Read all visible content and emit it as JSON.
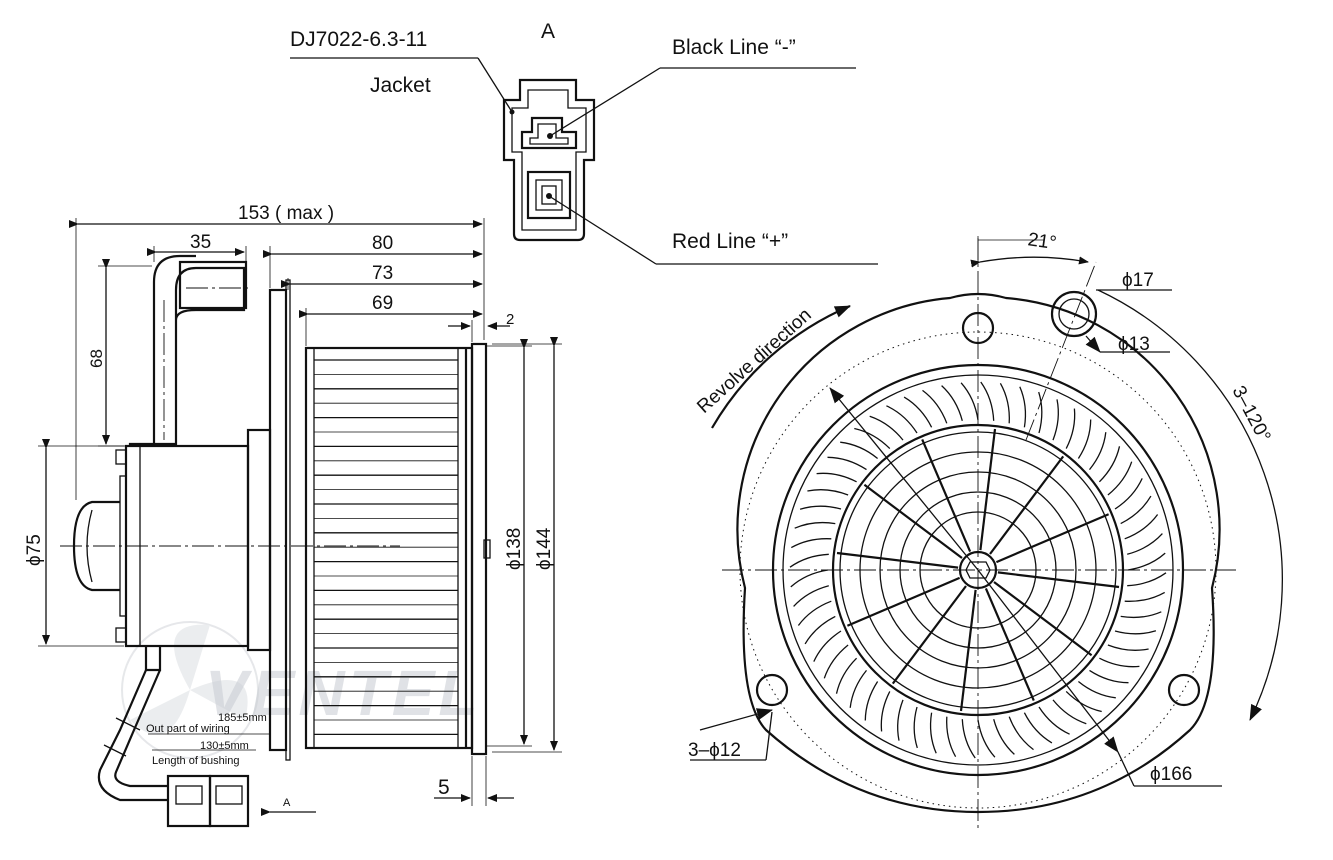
{
  "labels": {
    "connector_model": "DJ7022-6.3-11",
    "view_letter": "A",
    "jacket": "Jacket",
    "black_line": "Black Line “-”",
    "red_line": "Red Line “+”",
    "revolve_direction": "Revolve direction",
    "out_part_of_wiring": "Out part of wiring",
    "wiring_length": "185±5mm",
    "bushing_length_value": "130±5mm",
    "length_of_bushing": "Length of bushing",
    "view_arrow_letter": "A"
  },
  "dimensions": {
    "overall_length": "153 ( max )",
    "cable_offset": "35",
    "d80": "80",
    "d73": "73",
    "d69": "69",
    "d2": "2",
    "d68": "68",
    "motor_dia": "ϕ75",
    "wheel_dia": "ϕ138",
    "housing_dia": "ϕ144",
    "flange_thickness": "5",
    "angle_21": "21°",
    "hole_17": "ϕ17",
    "hole_13": "ϕ13",
    "angle_120": "3–120°",
    "mount_holes": "3–ϕ12",
    "pcd_166": "ϕ166"
  },
  "watermark": "VENTEL",
  "colors": {
    "ink": "#111111",
    "watermark_gray": "#c8ccd2",
    "watermark_blue": "#9fb6d6"
  }
}
